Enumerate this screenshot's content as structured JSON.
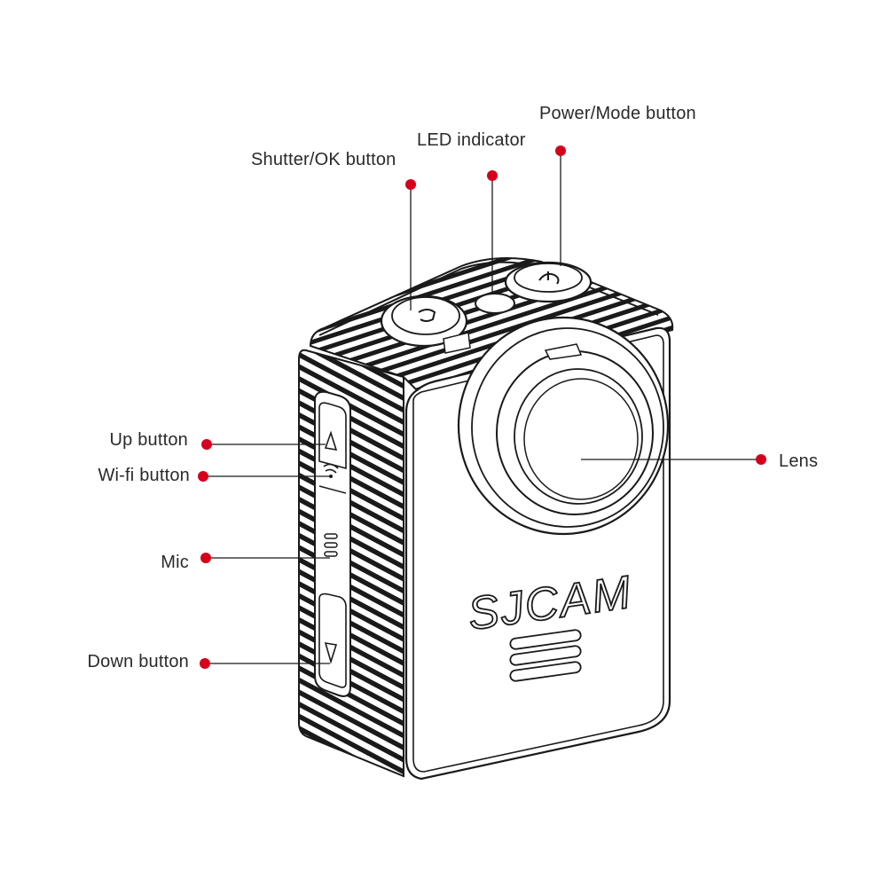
{
  "callouts": {
    "power_mode": "Power/Mode button",
    "led": "LED indicator",
    "shutter_ok": "Shutter/OK button",
    "up": "Up button",
    "wifi": "Wi-fi button",
    "mic": "Mic",
    "down": "Down button",
    "lens": "Lens"
  },
  "brand": {
    "logo_text": "SJCAM"
  },
  "colors": {
    "callout_red": "#d7001c",
    "line": "#1a1a1a"
  },
  "icons": {
    "shutter": "shutter-icon",
    "power": "power-icon",
    "up": "triangle-up-icon",
    "wifi": "wifi-icon",
    "down": "triangle-down-icon"
  }
}
